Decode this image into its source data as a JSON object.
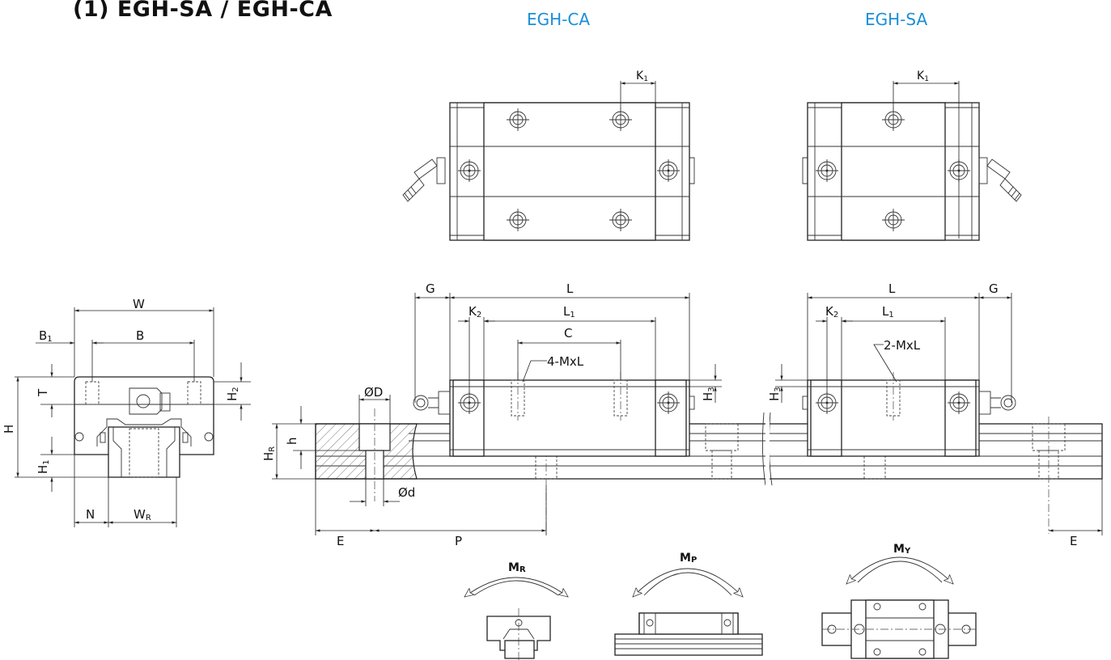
{
  "title": "(1) EGH-SA / EGH-CA",
  "variant_labels": {
    "ca": "EGH-CA",
    "sa": "EGH-SA"
  },
  "accent_color": "#1a8fd6",
  "dimensions": {
    "W": "W",
    "B": "B",
    "B1": "B",
    "B1_sub": "1",
    "H": "H",
    "H1": "H",
    "H1_sub": "1",
    "H2": "H",
    "H2_sub": "2",
    "H3": "H",
    "H3_sub": "3",
    "T": "T",
    "N": "N",
    "WR": "W",
    "WR_sub": "R",
    "HR": "H",
    "HR_sub": "R",
    "h": "h",
    "D": "ØD",
    "d": "Ød",
    "E": "E",
    "P": "P",
    "G": "G",
    "L": "L",
    "L1": "L",
    "L1_sub": "1",
    "C": "C",
    "K1": "K",
    "K1_sub": "1",
    "K2": "K",
    "K2_sub": "2",
    "screws_ca": "4-MxL",
    "screws_sa": "2-MxL"
  },
  "moments": {
    "MR": "M",
    "MR_sub": "R",
    "MP": "M",
    "MP_sub": "P",
    "MY": "M",
    "MY_sub": "Y"
  }
}
